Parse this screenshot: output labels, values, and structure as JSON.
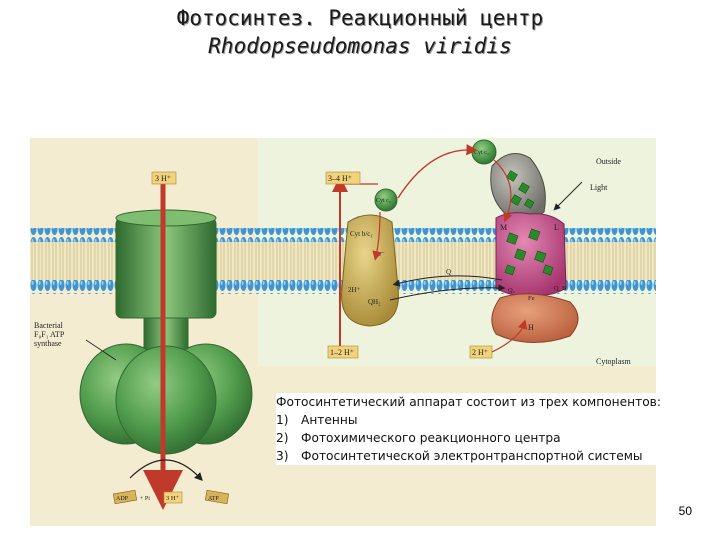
{
  "title": {
    "line1": "Фотосинтез. Реакционный центр",
    "line2": "Rhodopseudomonas viridis"
  },
  "figure": {
    "labels": {
      "h_3": "3 H⁺",
      "h_3_4": "3–4 H⁺",
      "h_1_2": "1–2 H⁺",
      "h_2": "2 H⁺",
      "h_3_bottom": "3 H⁺",
      "cyt_c2_top": "Cyt c₂",
      "cyt_c2_left": "Cyt c₂",
      "cyt_bc1": "Cyt b/c₁",
      "e_minus": "e⁻",
      "q_pool": "Q",
      "qh2": "QH₂",
      "two_h": "2H⁺",
      "outside": "Outside",
      "light": "Light",
      "cytoplasm": "Cytoplasm",
      "subunit_m": "M",
      "subunit_l": "L",
      "subunit_h": "H",
      "qa": "Qₐ",
      "qb": "Q_B",
      "fe": "Fe",
      "atp_synthase": [
        "Bacterial",
        "F₀F₁ ATP",
        "synthase"
      ],
      "adp_left": "ADP",
      "adp_right": "ATP",
      "pi": "+ Pi"
    },
    "colors": {
      "membrane_head": "#4aa0d8",
      "membrane_tail": "#e8dcae",
      "atp_synthase": "#4f9a4b",
      "proton_arrow": "#c0392b",
      "cyt_complex": "#c4ab55",
      "reaction_center": "#c44a86",
      "h_subunit": "#c9704e",
      "cyt_c2": "#6aa85a",
      "right_bg": "#eef3dd"
    }
  },
  "caption": {
    "intro": "Фотосинтетический аппарат состоит из трех компонентов:",
    "items": [
      {
        "num": "1)",
        "text": "Антенны"
      },
      {
        "num": "2)",
        "text": "Фотохимического реакционного центра"
      },
      {
        "num": "3)",
        "text": "Фотосинтетической электронтранспортной системы"
      }
    ]
  },
  "page_number": "50"
}
